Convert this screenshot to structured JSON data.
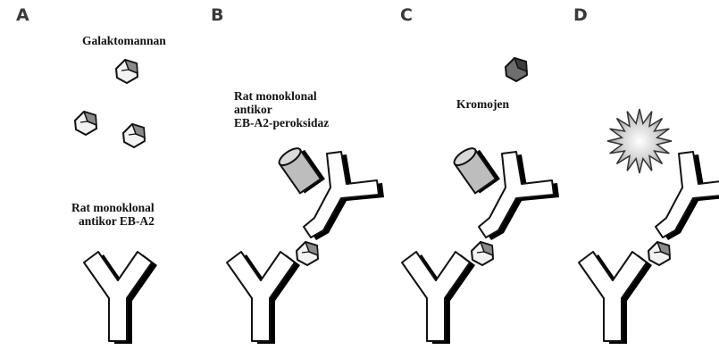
{
  "panels": [
    {
      "letter": "A"
    },
    {
      "letter": "B"
    },
    {
      "letter": "C"
    },
    {
      "letter": "D"
    }
  ],
  "labels": {
    "galactomannan": "Galaktomannan",
    "rat_antibody_a_line1": "Rat monoklonal",
    "rat_antibody_a_line2": "antikor EB-A2",
    "rat_antibody_b_line1": "Rat monoklonal",
    "rat_antibody_b_line2": "antikor",
    "rat_antibody_b_line3": "EB-A2-peroksidaz",
    "chromogen": "Kromojen"
  },
  "colors": {
    "outline": "#111111",
    "shadow": "#000000",
    "antibody_fill": "#ffffff",
    "antigen_face": "#f2f2f2",
    "antigen_top": "#8a8a8a",
    "enzyme_fill": "#bdbdbd",
    "chromogen_fill": "#6e6e6e",
    "signal_burst": "#d9d9d9"
  }
}
